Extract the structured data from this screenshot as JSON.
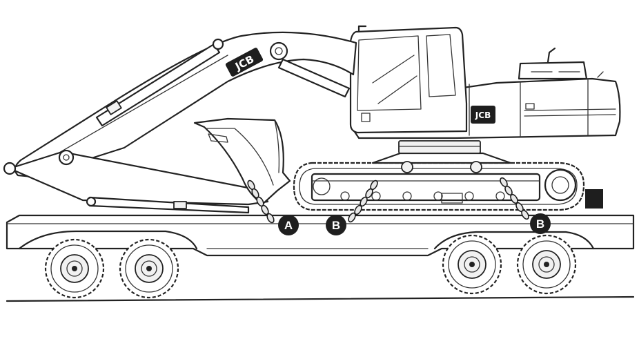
{
  "brand": {
    "logo_text": "JCB"
  },
  "tie_down_labels": {
    "a": "A",
    "b_front": "B",
    "b_rear": "B"
  },
  "colors": {
    "line": "#222222",
    "background": "#ffffff",
    "label_badge": "#1f1f1f",
    "label_text": "#ffffff"
  }
}
